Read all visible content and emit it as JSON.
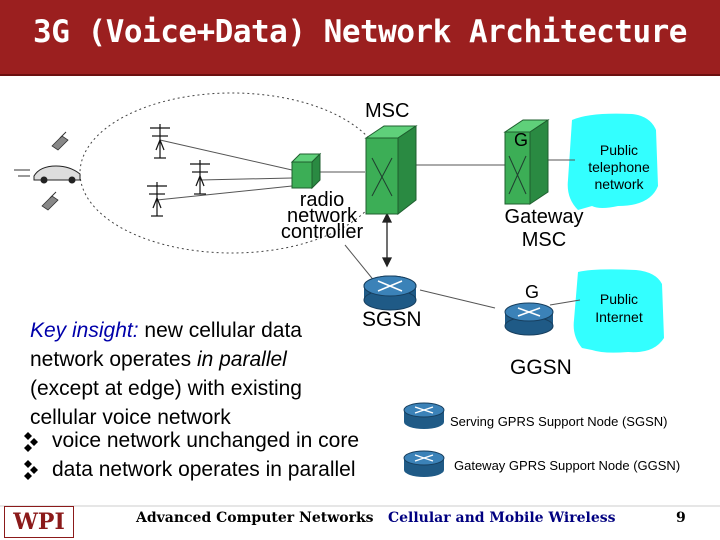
{
  "title": "3G (Voice+Data) Network Architecture",
  "labels": {
    "msc": "MSC",
    "g_top": "G",
    "pstn_line1": "Public",
    "pstn_line2": "telephone",
    "pstn_line3": "network",
    "rnc_line1": "radio",
    "rnc_line2": "network",
    "rnc_line3": "controller",
    "gmsc_line1": "Gateway",
    "gmsc_line2": "MSC",
    "g_bottom": "G",
    "internet_line1": "Public",
    "internet_line2": "Internet",
    "sgsn": "SGSN",
    "ggsn": "GGSN"
  },
  "insight": {
    "prefix": "Key insight:",
    "line1_rest": " new cellular data",
    "line2_a": "network operates ",
    "line2_b": "in parallel",
    "line3": "(except at edge) with existing",
    "line4": "cellular voice network"
  },
  "bullets": [
    "voice network unchanged in core",
    "data network operates in parallel"
  ],
  "legend": {
    "sgsn": "Serving GPRS Support Node (SGSN)",
    "ggsn": "Gateway GPRS Support Node (GGSN)"
  },
  "footer": {
    "logo": "WPI",
    "course": "Advanced Computer Networks",
    "topic": "Cellular and Mobile Wireless",
    "page": "9"
  },
  "colors": {
    "title_bar": "#9b1f1f",
    "building": "#3cae56",
    "router": "#2e6f9e",
    "cloud": "#33ffff",
    "insight_text": "#0000aa",
    "logo": "#8b1a1a"
  }
}
